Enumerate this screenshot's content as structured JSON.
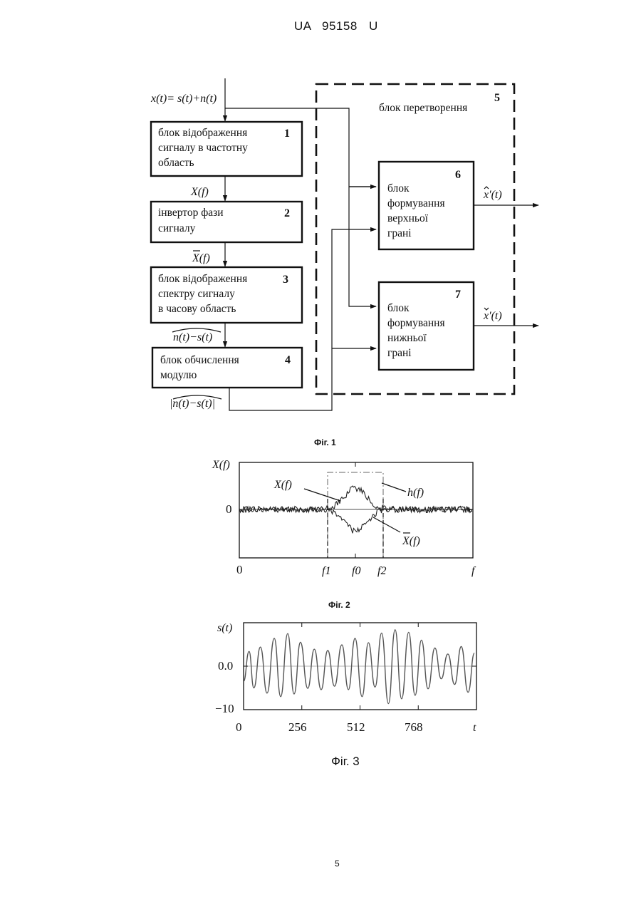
{
  "header": {
    "patent": "UA",
    "number": "95158",
    "kind": "U"
  },
  "fig1": {
    "input_label": "x(t)= s(t)+n(t)",
    "container": {
      "number": "5",
      "label": "блок перетворення"
    },
    "blocks": [
      {
        "number": "1",
        "lines": [
          "блок відображення",
          "сигналу в частотну",
          "область"
        ]
      },
      {
        "number": "2",
        "lines": [
          "інвертор фази",
          "сигналу"
        ]
      },
      {
        "number": "3",
        "lines": [
          "блок відображення",
          "спектру сигналу",
          "в часову область"
        ]
      },
      {
        "number": "4",
        "lines": [
          "блок обчислення",
          "модулю"
        ]
      },
      {
        "number": "6",
        "lines": [
          "блок",
          "формування",
          "верхньої",
          "грані"
        ]
      },
      {
        "number": "7",
        "lines": [
          "блок",
          "формування",
          "нижньої",
          "грані"
        ]
      }
    ],
    "signals": {
      "x_f": "X(f)",
      "x_f_bar": "X(f)",
      "n_minus_s": "n(t)−s(t)",
      "abs_n_minus_s": "|n(t)−s(t)|",
      "out_upper": "x′(t)",
      "out_lower": "x′(t)"
    },
    "caption": "Фіг. 1"
  },
  "fig2": {
    "ylabel": "X(f)",
    "ytick": "0",
    "xticks": [
      "0",
      "f1",
      "f0",
      "f2",
      "f"
    ],
    "curve_labels": {
      "spectrum": "X(f)",
      "window": "h(f)",
      "inverted": "X(f)"
    },
    "caption": "Фіг. 2"
  },
  "chart_data": {
    "type": "line",
    "title": "",
    "ylabel": "s(t)",
    "xlabel": "t",
    "xticks": [
      "0",
      "256",
      "512",
      "768"
    ],
    "yticks": [
      "0.0",
      "−10"
    ],
    "xlim": [
      0,
      1024
    ],
    "ylim": [
      -10,
      10
    ],
    "series": [
      {
        "t": [
          0,
          24,
          45,
          74,
          103,
          135,
          163,
          194,
          222,
          250,
          282,
          311,
          341,
          370,
          400,
          432,
          461,
          490,
          521,
          549,
          578,
          607,
          637,
          666,
          695,
          726,
          754,
          782,
          811,
          841,
          869,
          898,
          928,
          957,
          987,
          1015
        ],
        "values": [
          -3.5,
          3.4,
          -5.0,
          4.4,
          -6.2,
          6.4,
          -7.0,
          7.5,
          -6.4,
          5.5,
          -5.1,
          3.9,
          -5.4,
          3.6,
          -4.6,
          4.9,
          -5.4,
          6.4,
          -7.0,
          5.4,
          -4.8,
          7.6,
          -8.6,
          8.4,
          -7.5,
          7.8,
          -6.7,
          6.0,
          -5.2,
          4.2,
          -2.9,
          2.8,
          -4.2,
          4.5,
          -6.0,
          3.0
        ]
      }
    ]
  },
  "fig3": {
    "caption": "Фіг. 3"
  },
  "footer": {
    "page_number": "5"
  }
}
